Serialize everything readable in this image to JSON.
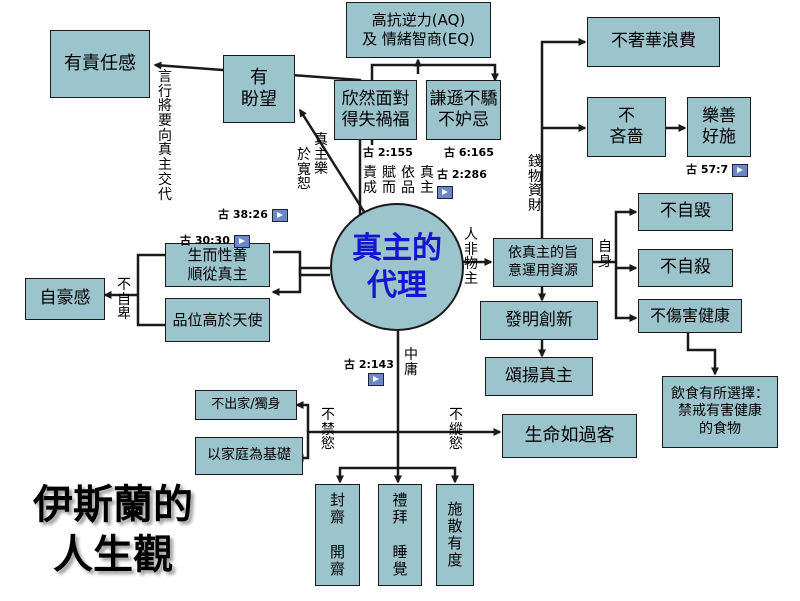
{
  "title": "伊斯蘭的\n人生觀",
  "center": "真主的\n代理",
  "boxes": {
    "aq_eq": "高抗逆力(AQ)\n及 情緒智商(EQ)",
    "calm": "欣然面對\n得失禍福",
    "humble": "謙遜不驕\n不妒忌",
    "hope": "有\n盼望",
    "responsible": "有責任感",
    "nature": "生而性善\n順從真主",
    "rank": "品位高於天使",
    "pride": "自豪感",
    "use_resources": "依真主的旨\n意運用資源",
    "innovate": "發明創新",
    "praise": "頌揚真主",
    "no_waste": "不奢華浪費",
    "not_stingy": "不\n吝嗇",
    "charity": "樂善\n好施",
    "no_self_ruin": "不自毀",
    "no_suicide": "不自殺",
    "no_harm_health": "不傷害健康",
    "diet": "飲食有所選擇：\n禁戒有害健康\n的食物",
    "no_monk": "不出家/獨身",
    "family": "以家庭為基礎",
    "passerby": "生命如過客",
    "fasting": "封\n齋\n\n開\n齋",
    "prayer": "禮\n拜\n\n睡\n覺",
    "alms": "施\n散\n有\n度"
  },
  "labels": {
    "speech": "言\n行\n將\n要\n向\n真\n主\n交\n代",
    "zhen": "真\n主\n樂",
    "yu": "於\n寬\n恕",
    "bestow": "賦\n而",
    "duty": "責\n成",
    "yi": "依\n品",
    "zhenzhu": "真\n主",
    "money": "錢\n物\n資\n財",
    "human": "人\n非\n物\n主",
    "self": "自\n身",
    "not_self_humble": "不\n自\n卑",
    "zhongyong": "中\n庸",
    "no_abstain": "不\n禁\n慾",
    "no_indulge": "不\n縱\n慾"
  },
  "refs": {
    "r1": "古 2:155",
    "r2": "古 6:165",
    "r3": "古 2:286",
    "r4": "古 38:26",
    "r5": "古 30:30",
    "r6": "古 57:7",
    "r7": "古 2:143"
  },
  "colors": {
    "box_fill": "#9cc4cc",
    "line": "#1a1a1a",
    "center_text": "#1515d0",
    "ref_button": "#6b86c9"
  }
}
